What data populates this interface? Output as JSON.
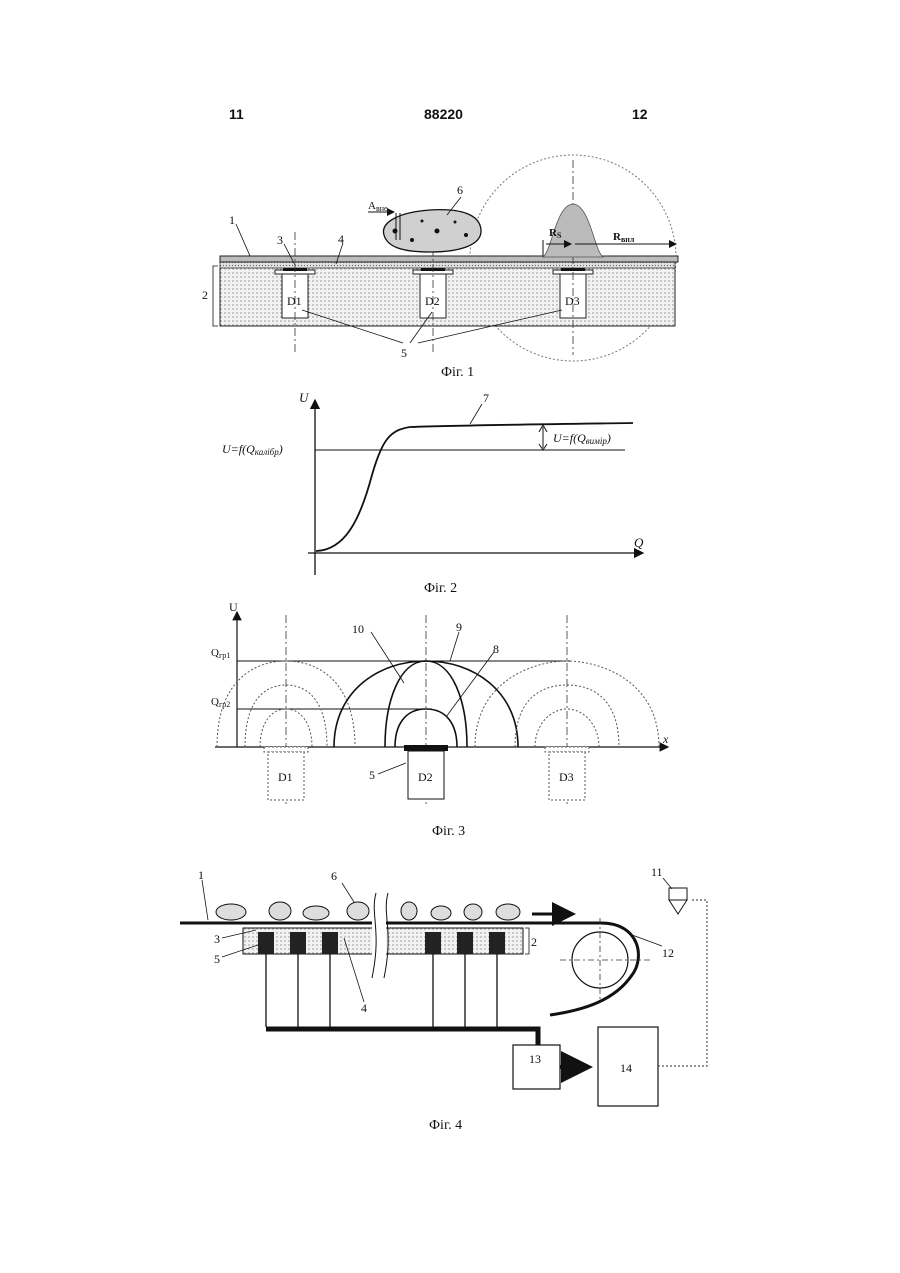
{
  "header": {
    "left": "11",
    "center": "88220",
    "right": "12"
  },
  "fig1": {
    "caption": "Фіг. 1",
    "labels": {
      "belt": "1",
      "base": "2",
      "pad": "3",
      "layer": "4",
      "sensors": "5",
      "stone": "6",
      "a": "A",
      "a_sub": "вне",
      "rs": "R",
      "rs_sub": "S",
      "rv": "R",
      "rv_sub": "впл"
    },
    "sensors": [
      "D1",
      "D2",
      "D3"
    ]
  },
  "fig2": {
    "caption": "Фіг. 2",
    "axis_y": "U",
    "axis_x": "Q",
    "curve_label": "7",
    "calib_label": "U=f(Q",
    "calib_sub": "калібр",
    "meas_label": "U=f(Q",
    "meas_sub": "вимір",
    "close_paren": ")"
  },
  "fig3": {
    "caption": "Фіг. 3",
    "axis_y": "U",
    "axis_x": "x",
    "q1": "Q",
    "q1_sub": "гр1",
    "q2": "Q",
    "q2_sub": "гр2",
    "curve_labels": [
      "10",
      "9",
      "8"
    ],
    "sensor_label": "5",
    "sensors": [
      "D1",
      "D2",
      "D3"
    ]
  },
  "fig4": {
    "caption": "Фіг. 4",
    "labels": {
      "belt": "1",
      "stone": "6",
      "pad": "3",
      "sensors": "5",
      "layer": "4",
      "base": "2",
      "ejector": "11",
      "drum": "12",
      "unit13": "13",
      "unit14": "14"
    }
  }
}
